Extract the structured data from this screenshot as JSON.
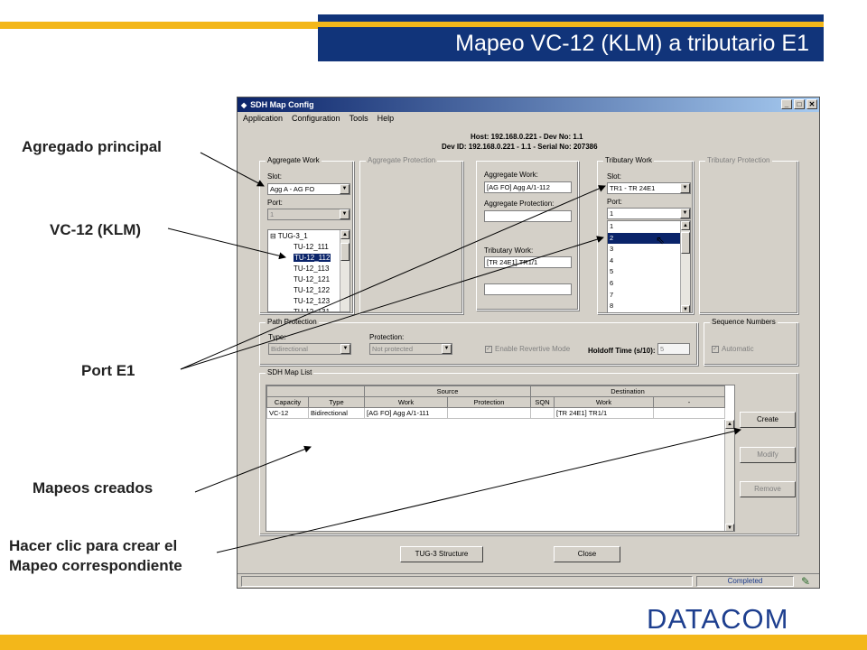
{
  "slide": {
    "title": "Mapeo VC-12 (KLM) a  tributario E1",
    "logo": "DATACOM",
    "callouts": {
      "agregado": "Agregado principal",
      "vc12": "VC-12 (KLM)",
      "port": "Port E1",
      "mapeos": "Mapeos creados",
      "crear_line1": "Hacer clic para crear el",
      "crear_line2": "Mapeo correspondiente"
    }
  },
  "window": {
    "title": "SDH Map Config",
    "menu": [
      "Application",
      "Configuration",
      "Tools",
      "Help"
    ],
    "host_line": "Host: 192.168.0.221 - Dev No: 1.1",
    "dev_line": "Dev ID: 192.168.0.221 - 1.1 - Serial No: 207386"
  },
  "aggregate_work": {
    "label": "Aggregate Work",
    "slot_label": "Slot:",
    "slot_value": "Agg A - AG FO",
    "port_label": "Port:",
    "port_value": "1",
    "tree_root": "TUG-3_1",
    "tree_items": [
      "TU-12_111",
      "TU-12_112",
      "TU-12_113",
      "TU-12_121",
      "TU-12_122",
      "TU-12_123",
      "TU-12_131"
    ],
    "selected_index": 1
  },
  "aggregate_protection": {
    "label": "Aggregate Protection"
  },
  "middle": {
    "agg_work_label": "Aggregate Work:",
    "agg_work_value": "[AG FO] Agg A/1-112",
    "agg_prot_label": "Aggregate Protection:",
    "agg_prot_value": "",
    "trib_work_label": "Tributary Work:",
    "trib_work_value": "[TR 24E1] TR1/1",
    "trib_prot_value": ""
  },
  "tributary_work": {
    "label": "Tributary Work",
    "slot_label": "Slot:",
    "slot_value": "TR1 - TR 24E1",
    "port_label": "Port:",
    "port_value": "1",
    "port_options": [
      "1",
      "2",
      "3",
      "4",
      "5",
      "6",
      "7",
      "8"
    ],
    "selected_port_index": 1
  },
  "tributary_protection": {
    "label": "Tributary Protection"
  },
  "path_protection": {
    "label": "Path Protection",
    "type_label": "Type:",
    "type_value": "Bidirectional",
    "protection_label": "Protection:",
    "protection_value": "Not protected",
    "revertive_label": "Enable Revertive Mode",
    "holdoff_label": "Holdoff Time (s/10):",
    "holdoff_value": "5"
  },
  "sequence_numbers": {
    "label": "Sequence Numbers",
    "automatic_label": "Automatic"
  },
  "map_list": {
    "label": "SDH Map List",
    "group_source": "Source",
    "group_destination": "Destination",
    "columns": [
      "Capacity",
      "Type",
      "Work",
      "Protection",
      "SQN",
      "Work",
      "-"
    ],
    "rows": [
      [
        "VC-12",
        "Bidirectional",
        "[AG FO] Agg A/1-111",
        "",
        "",
        "[TR 24E1] TR1/1",
        ""
      ]
    ],
    "buttons": {
      "create": "Create",
      "modify": "Modify",
      "remove": "Remove"
    }
  },
  "footer": {
    "tug3_button": "TUG-3 Structure",
    "close_button": "Close",
    "status": "Completed"
  }
}
